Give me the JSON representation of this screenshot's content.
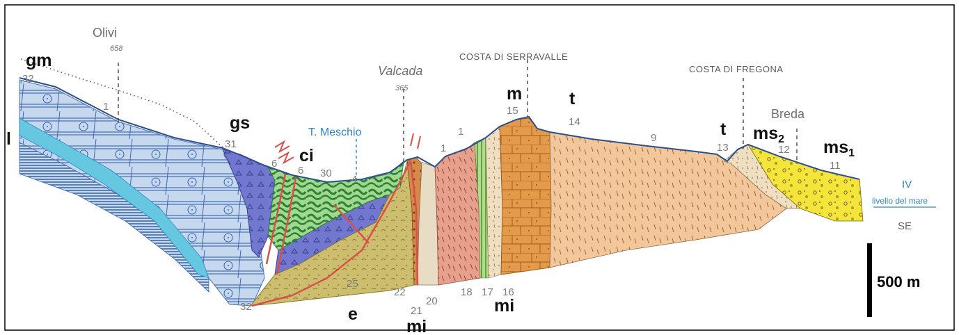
{
  "places": {
    "olivi": {
      "name": "Olivi",
      "elev": "658"
    },
    "valcada": {
      "name": "Valcada",
      "elev": "365"
    },
    "costa_serravalle": "COSTA DI SERRAVALLE",
    "costa_fregona": "COSTA DI FREGONA",
    "breda": "Breda",
    "river": "T. Meschio"
  },
  "sea": {
    "roman": "IV",
    "label": "livello del mare",
    "direction": "SE"
  },
  "units": {
    "gm": "gm",
    "l": "l",
    "gs": "gs",
    "ci": "ci",
    "e": "e",
    "mi_a": "mi",
    "mi_b": "mi",
    "m": "m",
    "t_a": "t",
    "t_b": "t",
    "ms2_base": "ms",
    "ms2_sub": "2",
    "ms1_base": "ms",
    "ms1_sub": "1"
  },
  "numbers": {
    "n32a": "32",
    "n1a": "1",
    "n31": "31",
    "n6a": "6",
    "n6b": "6",
    "n30": "30",
    "n4": "4",
    "n1b": "1",
    "n1c": "1",
    "n15": "15",
    "n14": "14",
    "n9": "9",
    "n13": "13",
    "n12": "12",
    "n11": "11",
    "n32b": "32",
    "n25": "25",
    "n22": "22",
    "n21": "21",
    "n20": "20",
    "n18": "18",
    "n17": "17",
    "n16": "16"
  },
  "scale_bar": {
    "label": "500 m"
  },
  "colors": {
    "limestone_blue": "#b9cfe6",
    "hatch_blue": "#4a73b8",
    "cyan_band": "#66c8e0",
    "violet": "#6e73c9",
    "green": "#3f9a3f",
    "olive": "#c9b968",
    "orange": "#e39a4a",
    "salmon": "#e8a58f",
    "peach": "#f2c79a",
    "sand": "#efe0c2",
    "yellow": "#f5e63a",
    "fault_red": "#d8504a"
  }
}
